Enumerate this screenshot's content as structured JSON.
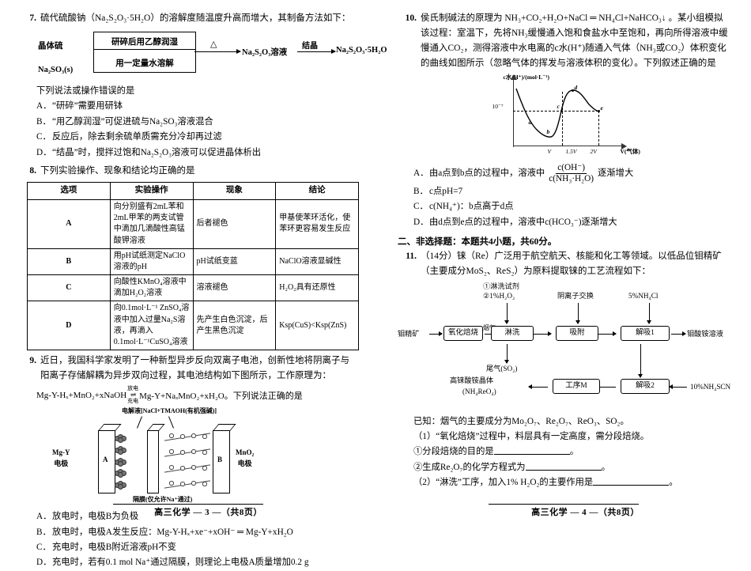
{
  "left_column": {
    "q7": {
      "number": "7.",
      "stem": "硫代硫酸钠（Na₂S₂O₃·5H₂O）的溶解度随温度升高而增大，其制备方法如下：",
      "scheme": {
        "reactant_top": "晶体硫",
        "reactant_bottom": "Na₂SO₃(s)",
        "box_top": "研碎后用乙醇润湿",
        "box_bottom": "用一定量水溶解",
        "condition": "△",
        "product_mid": "Na₂S₂O₃溶液",
        "step2": "结晶",
        "product_final": "Na₂S₂O₃·5H₂O"
      },
      "prompt": "下列说法或操作错误的是",
      "options": [
        {
          "tag": "A．",
          "text": "“研碎”需要用研钵"
        },
        {
          "tag": "B．",
          "text": "“用乙醇润湿”可促进硫与Na₂SO₃溶液混合"
        },
        {
          "tag": "C．",
          "text": "反应后，除去剩余硫单质需充分冷却再过滤"
        },
        {
          "tag": "D．",
          "text": "“结晶”时，搅拌过饱和Na₂S₂O₃溶液可以促进晶体析出"
        }
      ]
    },
    "q8": {
      "number": "8.",
      "stem": "下列实验操作、现象和结论均正确的是",
      "table": {
        "headers": [
          "选项",
          "实验操作",
          "现象",
          "结论"
        ],
        "rows": [
          {
            "option": "A",
            "operation": "向分别盛有2mL苯和2mL甲苯的两支试管中滴加几滴酸性高锰酸钾溶液",
            "phenomenon": "后者褪色",
            "conclusion": "甲基使苯环活化，使苯环更容易发生反应"
          },
          {
            "option": "B",
            "operation": "用pH试纸测定NaClO溶液的pH",
            "phenomenon": "pH试纸变蓝",
            "conclusion": "NaClO溶液显碱性"
          },
          {
            "option": "C",
            "operation": "向酸性KMnO₄溶液中滴加H₂O₂溶液",
            "phenomenon": "溶液褪色",
            "conclusion": "H₂O₂具有还原性"
          },
          {
            "option": "D",
            "operation": "向0.1mol·L⁻¹ ZnSO₄溶液中加入过量Na₂S溶液，再滴入0.1mol·L⁻¹CuSO₄溶液",
            "phenomenon": "先产生白色沉淀，后产生黑色沉淀",
            "conclusion": "Ksp(CuS)<Ksp(ZnS)"
          }
        ]
      }
    },
    "q9": {
      "number": "9.",
      "stem_line1": "近日，我国科学家发明了一种新型异步反向双离子电池，创新性地将阴离子与",
      "stem_line2": "阳离子存储解耦为异步双向过程，其电池结构如下图所示，工作原理为：",
      "equation_left": "Mg-Y-Hₓ+MnO₂+xNaOH",
      "equation_over": "放电",
      "equation_under": "充电",
      "equation_right": "Mg-Y+NaₓMnO₂+xH₂O。下列说法正确的是",
      "figure": {
        "electrolyte_label": "电解液[NaCl+TMAOH(有机强碱)]",
        "left_electrode_label": "Mg-Y\n电极",
        "left_electrode_name": "Mg-Y",
        "left_electrode_sub": "电极",
        "right_electrode_name": "MnO₂",
        "right_electrode_sub": "电极",
        "letter_a": "A",
        "letter_b": "B",
        "membrane_label": "隔膜(仅允许Na⁺通过)"
      },
      "options": [
        {
          "tag": "A．",
          "text": "放电时，电极B为负极"
        },
        {
          "tag": "B．",
          "text": "放电时，电极A发生反应：Mg-Y-Hₓ+xe⁻+xOH⁻ ═ Mg-Y+xH₂O"
        },
        {
          "tag": "C．",
          "text": "充电时，电极B附近溶液pH不变"
        },
        {
          "tag": "D．",
          "text": "充电时，若有0.1 mol Na⁺通过隔膜，则理论上电极A质量增加0.2 g"
        }
      ]
    },
    "footer": "高三化学 — 3 —（共8页）"
  },
  "right_column": {
    "q10": {
      "number": "10.",
      "stem_line1": "侯氏制碱法的原理为 NH₃+CO₂+H₂O+NaCl ═ NH₄Cl+NaHCO₃↓ 。某小组模拟",
      "stem_line2": "该过程：室温下，先将NH₃缓慢通入饱和食盐水中至饱和，再向所得溶液中缓",
      "stem_line3": "慢通入CO₂，测得溶液中水电离的c水(H⁺)随通入气体（NH₃或CO₂）体积变化",
      "stem_line4": "的曲线如图所示（忽略气体的挥发与溶液体积的变化）。下列叙述正确的是",
      "options": [
        {
          "tag": "A．",
          "text_pre": "由a点到b点的过程中，溶液中",
          "frac_num": "c(OH⁻)",
          "frac_den": "c(NH₃·H₂O)",
          "text_post": "逐渐增大"
        },
        {
          "tag": "B．",
          "text": "c点pH=7"
        },
        {
          "tag": "C．",
          "text": "c(NH₄⁺)：b点高于d点"
        },
        {
          "tag": "D．",
          "text": "由d点到e点的过程中，溶液中c(HCO₃⁻)逐渐增大"
        }
      ]
    },
    "section_heading": "二、非选择题：本题共4小题，共60分。",
    "q11": {
      "number": "11.",
      "stem_line1": "（14分）铼（Re）广泛用于航空航天、核能和化工等领域。以低品位钼精矿",
      "stem_line2": "（主要成分MoS₂、ReS₂）为原料提取铼的工艺流程如下：",
      "flow": {
        "input_top_1a": "①淋洗试剂",
        "input_top_1b": "②1%H₂O₂",
        "input_top_2": "阴离子交换",
        "input_top_3": "5%NH₄Cl",
        "raw_material": "钼精矿",
        "box1": "氧化焙烧",
        "arrow1_label": "烟气",
        "box2": "淋洗",
        "box3": "吸附",
        "box4": "解吸1",
        "output_right": "钼酸铵溶液",
        "waste_gas": "尾气(SO₂)",
        "box5": "解吸2",
        "input_right_2": "10%NH₄SCN",
        "box6": "工序M",
        "final_product_line1": "高铼酸铵晶体",
        "final_product_line2": "(NH₄ReO₄)"
      },
      "known": "已知：烟气的主要成分为Mo₂O₇、Re₂O₇、ReO₃、SO₂。",
      "sub1_header": "（1）“氧化焙烧”过程中，料层具有一定高度，需分段焙烧。",
      "sub1_a": "①分段焙烧的目的是",
      "sub1_a_end": "。",
      "sub1_b": "②生成Re₂O₇的化学方程式为",
      "sub1_b_end": "。",
      "sub2": "（2）“淋洗”工序，加入1% H₂O₂的主要作用是",
      "sub2_end": "。"
    },
    "footer": "高三化学 — 4 —（共8页）"
  },
  "chart_data": {
    "type": "line",
    "title": "",
    "ylabel": "c水(H⁺)/(mol·L⁻¹)",
    "xlabel": "V(气体)",
    "ytick_labels": [
      "10⁻⁷"
    ],
    "xtick_labels": [
      "V",
      "1.5V",
      "2V"
    ],
    "grid": false,
    "legend": null,
    "annotations": [
      {
        "label": "a",
        "x": 0.18,
        "y": 0.52,
        "note": "降段上的点"
      },
      {
        "label": "b",
        "x": 0.42,
        "y": 0.1,
        "note": "最低点，通NH₃结束"
      },
      {
        "label": "c",
        "x": 0.62,
        "y": 0.58,
        "note": "与10⁻⁷水平虚线交点"
      },
      {
        "label": "d",
        "x": 0.74,
        "y": 0.9,
        "note": "最高点，对应1.5V"
      },
      {
        "label": "e",
        "x": 0.93,
        "y": 0.6,
        "note": "对应2V，落在10⁻⁷虚线上"
      }
    ],
    "x": [
      0.0,
      0.1,
      0.2,
      0.3,
      0.42,
      0.52,
      0.6,
      0.66,
      0.74,
      0.82,
      0.88,
      0.93
    ],
    "y": [
      0.78,
      0.55,
      0.36,
      0.2,
      0.1,
      0.22,
      0.5,
      0.74,
      0.9,
      0.8,
      0.69,
      0.6
    ],
    "reference_lines": [
      {
        "type": "horizontal",
        "value": 0.58,
        "label": "10⁻⁷",
        "style": "dashed"
      },
      {
        "type": "vertical",
        "value": 0.74,
        "label": "1.5V",
        "style": "dashed"
      },
      {
        "type": "vertical",
        "value": 0.93,
        "label": "2V",
        "style": "dashed"
      }
    ]
  }
}
